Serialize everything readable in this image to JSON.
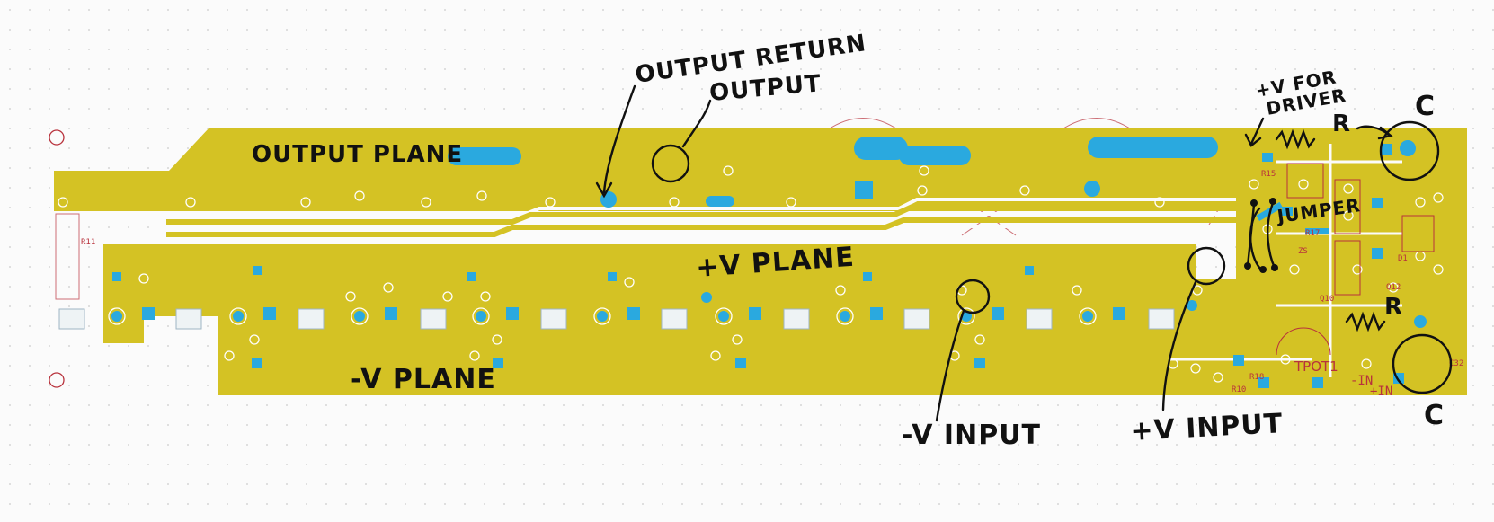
{
  "board": {
    "copper_color": "#d4c224",
    "pad_color": "#2aa9df",
    "silk_color": "#b8323c",
    "ink_color": "#111111",
    "silkscreen": {
      "r11": "R11",
      "r15": "R15",
      "zs": "ZS",
      "r17": "R17",
      "q10": "Q10",
      "d1": "D1",
      "q12": "Q12",
      "tpot1": "TPOT1",
      "r18": "R18",
      "r10": "R10",
      "c32": "C32",
      "minus_in": "-IN",
      "plus_in": "+IN"
    }
  },
  "annotations": {
    "output_return": "OUTPUT RETURN",
    "output": "OUTPUT",
    "output_plane": "OUTPUT PLANE",
    "plus_v_plane": "+V PLANE",
    "minus_v_plane": "-V PLANE",
    "minus_v_input": "-V INPUT",
    "plus_v_input": "+V INPUT",
    "plus_v_for_driver_1": "+V FOR",
    "plus_v_for_driver_2": "DRIVER",
    "jumper": "JUMPER",
    "r_top": "R",
    "r_bottom": "R",
    "c_top": "C",
    "c_bottom": "C"
  }
}
